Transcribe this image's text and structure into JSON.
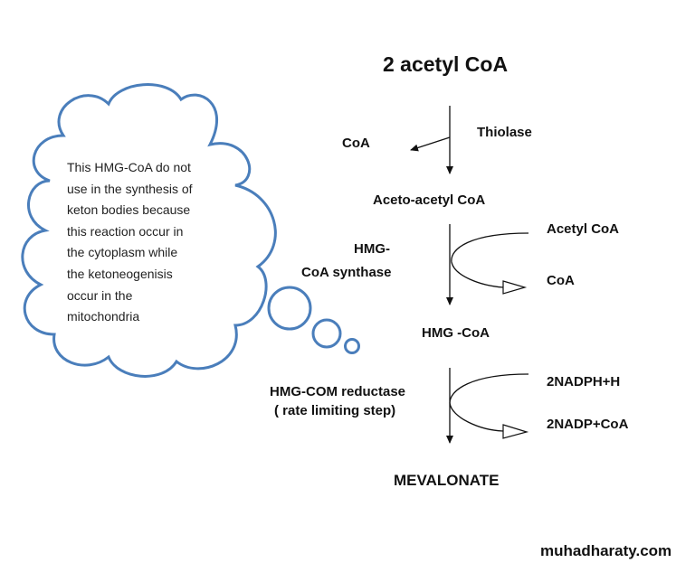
{
  "title": "2 acetyl CoA",
  "steps": {
    "thiolase": "Thiolase",
    "coa_released_1": "CoA",
    "acetoacetyl": "Aceto-acetyl  CoA",
    "synthase_line1": "HMG-",
    "synthase_line2": "CoA synthase",
    "acetyl_coa_in": "Acetyl CoA",
    "coa_released_2": "CoA",
    "hmg_coa": "HMG -CoA",
    "reductase_line1": "HMG-COM reductase",
    "reductase_line2": "( rate limiting step)",
    "nadph_in": "2NADPH+H",
    "nadp_out": "2NADP+CoA",
    "product": "MEVALONATE"
  },
  "note": {
    "lines": [
      "This HMG-CoA do not",
      "use in the synthesis of",
      "keton bodies because",
      "this reaction occur in",
      "the cytoplasm while",
      "the ketoneogenisis",
      "occur in the",
      "mitochondria"
    ]
  },
  "watermark": "muhadharaty.com",
  "colors": {
    "cloud": "#4a7ebb",
    "text": "#111111"
  }
}
